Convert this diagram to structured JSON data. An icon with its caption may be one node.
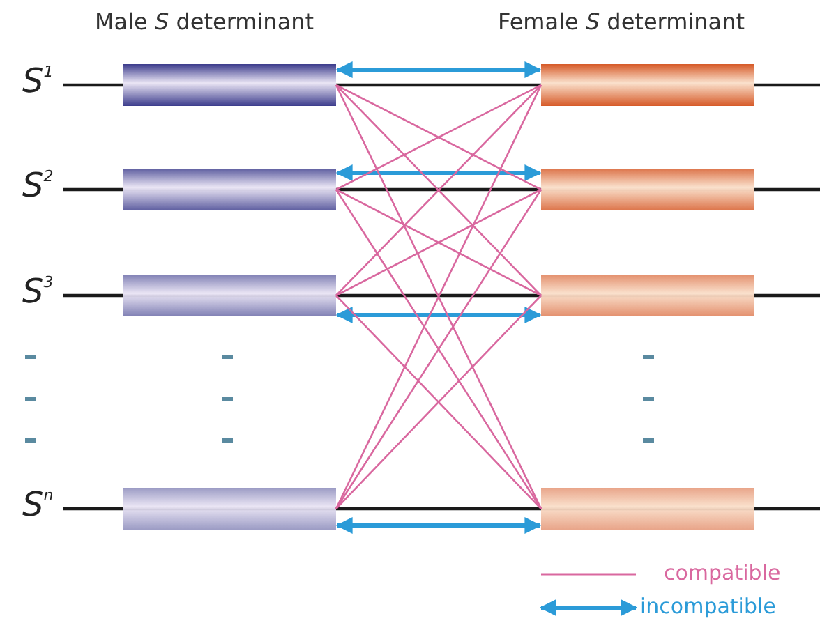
{
  "diagram": {
    "nodes": [
      {
        "text": [],
        "shape": "bar"
      },
      {
        "text": [],
        "shape": "bar"
      },
      {
        "text": [],
        "shape": "bar"
      },
      {
        "text": [],
        "shape": "bar"
      },
      {
        "text": [],
        "shape": "bar"
      },
      {
        "text": [],
        "shape": "bar"
      },
      {
        "text": [],
        "shape": "bar"
      },
      {
        "text": [],
        "shape": "bar"
      }
    ],
    "edges": [
      {
        "from": 0,
        "to": 1,
        "arrow": "both",
        "style": "thick",
        "color": "#2b9bd8"
      },
      {
        "from": 2,
        "to": 3,
        "arrow": "both",
        "style": "thick",
        "color": "#2b9bd8"
      },
      {
        "from": 4,
        "to": 5,
        "arrow": "both",
        "style": "thick",
        "color": "#2b9bd8"
      },
      {
        "from": 6,
        "to": 7,
        "arrow": "both",
        "style": "thick",
        "color": "#2b9bd8"
      },
      {
        "from": 0,
        "to": 3,
        "arrow": "none"
      },
      {
        "from": 0,
        "to": 5,
        "arrow": "none"
      },
      {
        "from": 0,
        "to": 7,
        "arrow": "none"
      },
      {
        "from": 2,
        "to": 1,
        "arrow": "none"
      },
      {
        "from": 2,
        "to": 5,
        "arrow": "none"
      },
      {
        "from": 2,
        "to": 7,
        "arrow": "none"
      },
      {
        "from": 4,
        "to": 1,
        "arrow": "none"
      },
      {
        "from": 4,
        "to": 3,
        "arrow": "none"
      },
      {
        "from": 4,
        "to": 7,
        "arrow": "none"
      },
      {
        "from": 6,
        "to": 1,
        "arrow": "none"
      },
      {
        "from": 6,
        "to": 3,
        "arrow": "none"
      },
      {
        "from": 6,
        "to": 5,
        "arrow": "none"
      }
    ],
    "labels": [
      "Male *S* determinant",
      "Female *S* determinant",
      "S$^{1}$",
      "S$^{2}$",
      "S$^{3}$",
      "S$^{n}$"
    ],
    "legend": [
      {
        "text": "compatible"
      },
      {
        "text": "incompatible"
      }
    ]
  }
}
